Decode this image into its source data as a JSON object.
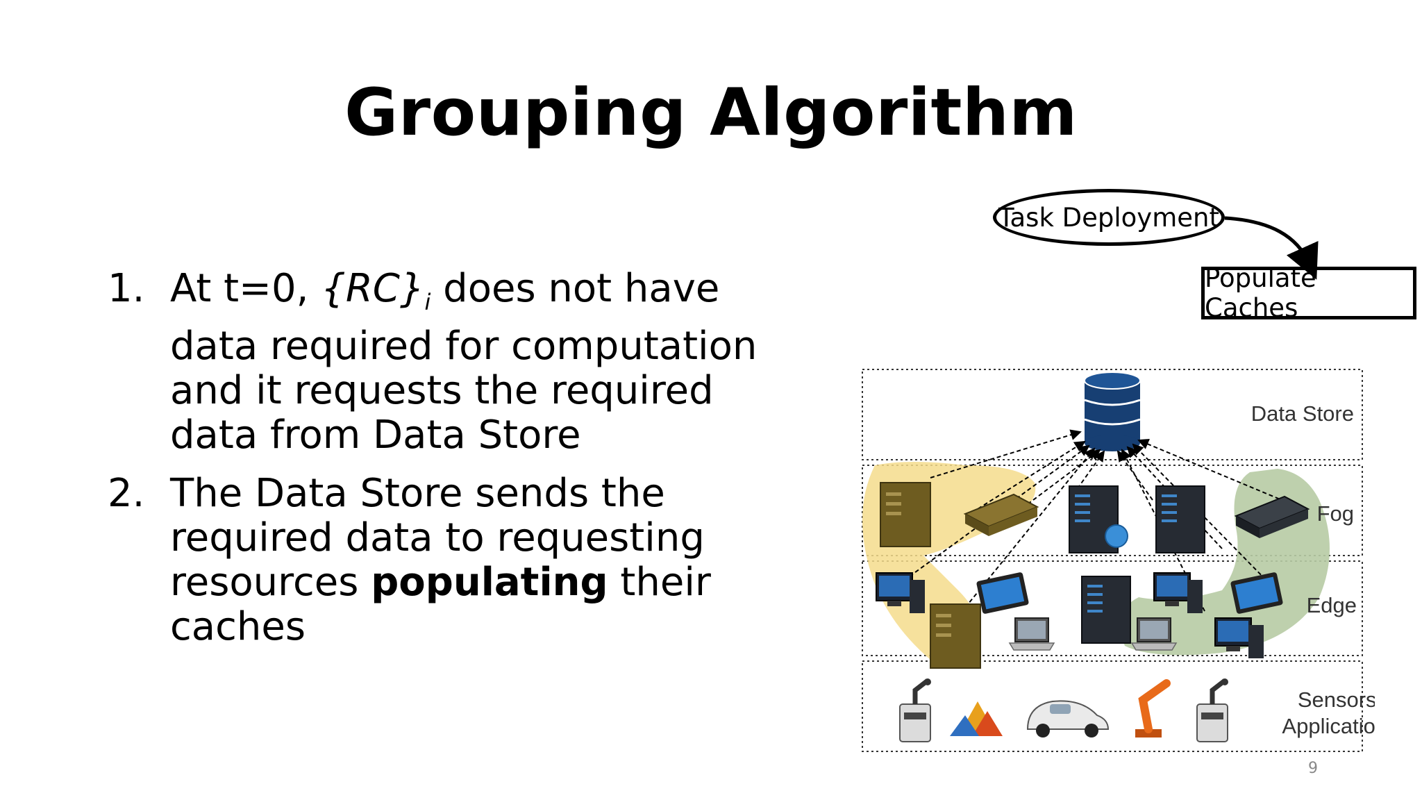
{
  "slide": {
    "title": "Grouping Algorithm",
    "page_number": "9"
  },
  "bullets": [
    {
      "number": "1.",
      "lead": "At t=0, ",
      "rc": "{RC}",
      "rc_sub": "i",
      "rest": " does not have data required for computation and it requests the required data from Data Store"
    },
    {
      "number": "2.",
      "lead": "The Data Store sends the required data to requesting resources ",
      "bold": "populating",
      "rest": " their caches"
    }
  ],
  "flow": {
    "step1": "Task Deployment",
    "step2": "Populate Caches"
  },
  "diagram": {
    "tiers": {
      "datastore": "Data Store",
      "fog": "Fog",
      "edge": "Edge",
      "sensors_line1": "Sensors/",
      "sensors_line2": "Applications"
    },
    "colors": {
      "group_yellow": "#f5dc8c",
      "group_green": "#b7cba4",
      "database": "#173f73",
      "server_dark": "#262b33",
      "server_olive": "#6e5c20"
    }
  }
}
